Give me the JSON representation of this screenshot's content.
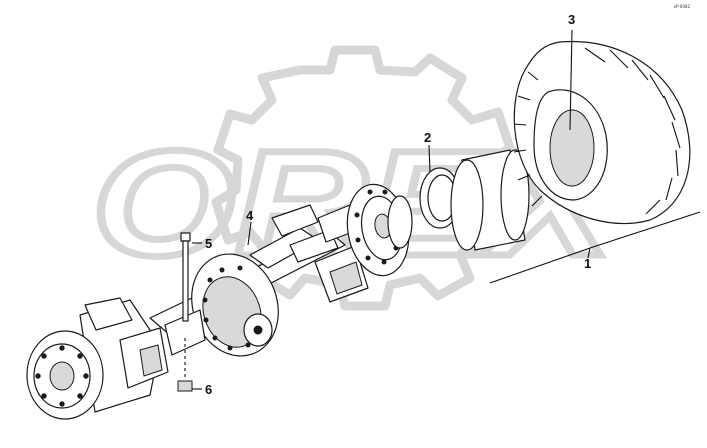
{
  "diagram": {
    "watermark": "OREX",
    "reference_code": "xP-0082",
    "callouts": [
      {
        "id": "c1",
        "label": "1"
      },
      {
        "id": "c2",
        "label": "2"
      },
      {
        "id": "c3",
        "label": "3"
      },
      {
        "id": "c4",
        "label": "4"
      },
      {
        "id": "c5",
        "label": "5"
      },
      {
        "id": "c6",
        "label": "6"
      }
    ],
    "colors": {
      "line": "#111111",
      "watermark": "#d7d7d7",
      "background": "#ffffff"
    }
  }
}
